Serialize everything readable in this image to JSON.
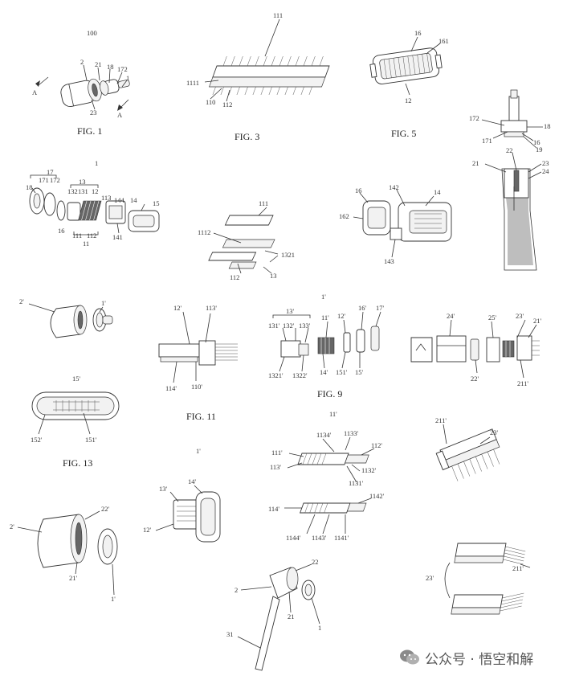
{
  "figures": {
    "fig1": {
      "caption": "FIG. 1",
      "labels": [
        "100",
        "2",
        "21",
        "18",
        "172",
        "1",
        "23",
        "A",
        "A"
      ]
    },
    "fig3": {
      "caption": "FIG. 3",
      "labels": [
        "111",
        "1111",
        "110",
        "112"
      ]
    },
    "fig5": {
      "caption": "FIG. 5",
      "labels": [
        "16",
        "161",
        "12"
      ]
    },
    "fig_section": {
      "labels": [
        "172",
        "18",
        "171",
        "16",
        "19",
        "22",
        "21",
        "23",
        "24"
      ]
    },
    "fig_exploded1": {
      "labels": [
        "1",
        "17",
        "171",
        "172",
        "13",
        "132",
        "131",
        "12",
        "18",
        "113",
        "144",
        "14",
        "15",
        "16",
        "111",
        "112",
        "141",
        "11"
      ]
    },
    "fig_comb": {
      "labels": [
        "111",
        "1112",
        "1321",
        "112",
        "13"
      ]
    },
    "fig_housing": {
      "labels": [
        "16",
        "142",
        "14",
        "162",
        "143"
      ]
    },
    "fig_magnet": {
      "labels": [
        "2'",
        "1'"
      ]
    },
    "fig11": {
      "caption": "FIG. 11",
      "labels": [
        "12'",
        "113'",
        "114'",
        "110'"
      ]
    },
    "fig9": {
      "caption": "FIG. 9",
      "labels": [
        "1'",
        "13'",
        "131'",
        "132'",
        "133'",
        "11'",
        "12'",
        "16'",
        "17'",
        "1321'",
        "1322'",
        "14'",
        "151'",
        "15'"
      ]
    },
    "fig_right_exploded": {
      "labels": [
        "24'",
        "25'",
        "23'",
        "21'",
        "22'",
        "211'"
      ]
    },
    "fig13": {
      "caption": "FIG. 13",
      "labels": [
        "15'",
        "152'",
        "151'"
      ]
    },
    "fig_lower_plug": {
      "labels": [
        "1'",
        "13'",
        "14'",
        "12'"
      ]
    },
    "fig_terminals": {
      "labels": [
        "11'",
        "1134'",
        "1133'",
        "111'",
        "112'",
        "113'",
        "1132'",
        "1131'",
        "114'",
        "1142'",
        "1144'",
        "1143'",
        "1141'"
      ]
    },
    "fig_contact_block": {
      "labels": [
        "211'",
        "23'"
      ]
    },
    "fig_magnet2": {
      "labels": [
        "2'",
        "22'",
        "21'",
        "1'"
      ]
    },
    "fig_cable": {
      "labels": [
        "22",
        "2",
        "21",
        "1",
        "31"
      ]
    },
    "fig_contact_pair": {
      "labels": [
        "23'",
        "211'"
      ]
    }
  },
  "watermark": {
    "text": "公众号 · 悟空和解",
    "icon": "wechat-icon"
  }
}
